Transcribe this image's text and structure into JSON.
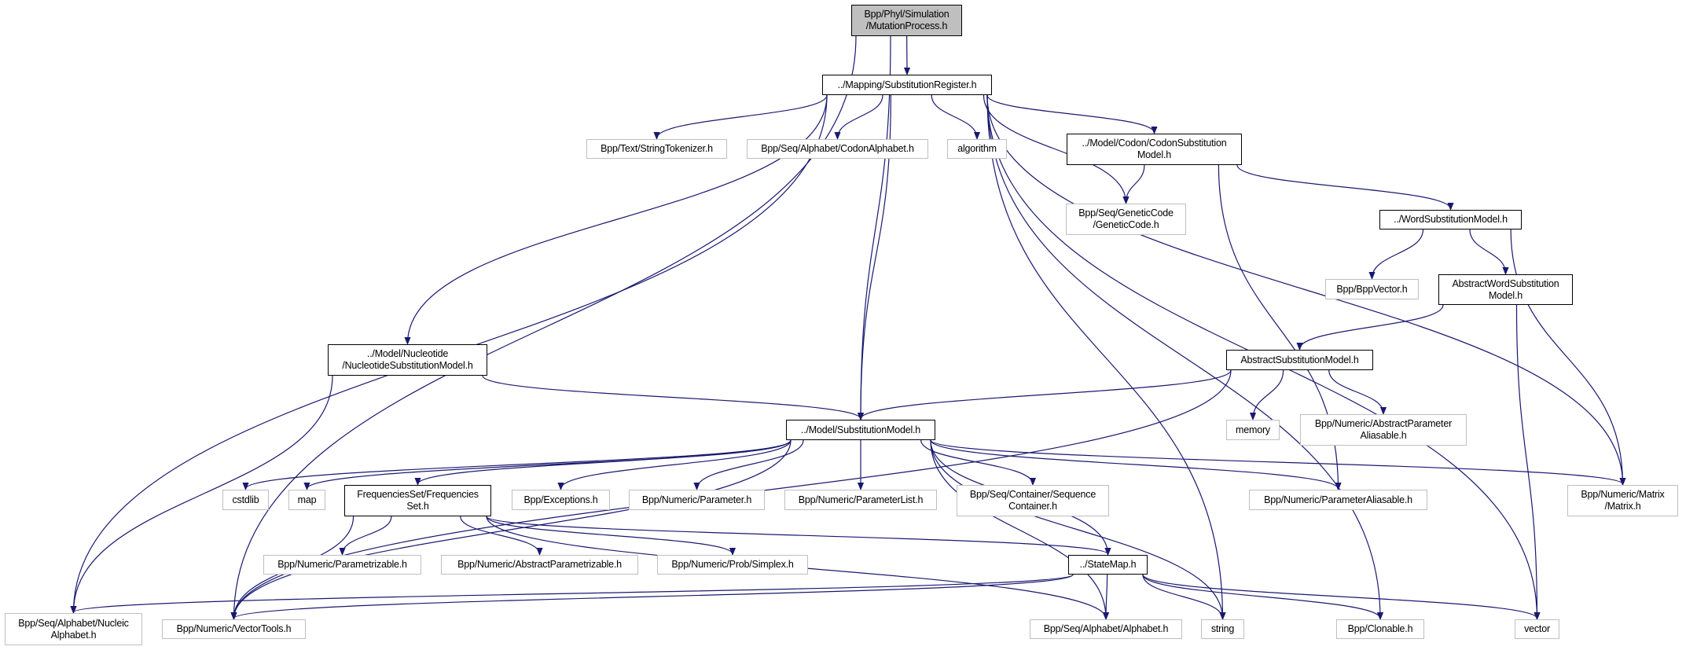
{
  "colors": {
    "edge": "#191970",
    "root_fill": "#bfbfbf",
    "external_border": "#bfbfbf",
    "internal_border": "#000000"
  },
  "nodes": [
    {
      "id": "mp",
      "kind": "root",
      "lines": [
        "Bpp/Phyl/Simulation",
        "/MutationProcess.h"
      ]
    },
    {
      "id": "sr",
      "kind": "internal",
      "lines": [
        "../Mapping/SubstitutionRegister.h"
      ]
    },
    {
      "id": "st",
      "kind": "external",
      "lines": [
        "Bpp/Text/StringTokenizer.h"
      ]
    },
    {
      "id": "ca",
      "kind": "external",
      "lines": [
        "Bpp/Seq/Alphabet/CodonAlphabet.h"
      ]
    },
    {
      "id": "alg",
      "kind": "external",
      "lines": [
        "algorithm"
      ]
    },
    {
      "id": "csm",
      "kind": "internal",
      "lines": [
        "../Model/Codon/CodonSubstitution",
        "Model.h"
      ]
    },
    {
      "id": "gc",
      "kind": "external",
      "lines": [
        "Bpp/Seq/GeneticCode",
        "/GeneticCode.h"
      ]
    },
    {
      "id": "wsm",
      "kind": "internal",
      "lines": [
        "../WordSubstitutionModel.h"
      ]
    },
    {
      "id": "bv",
      "kind": "external",
      "lines": [
        "Bpp/BppVector.h"
      ]
    },
    {
      "id": "awsm",
      "kind": "internal",
      "lines": [
        "AbstractWordSubstitution",
        "Model.h"
      ]
    },
    {
      "id": "nsm",
      "kind": "internal",
      "lines": [
        "../Model/Nucleotide",
        "/NucleotideSubstitutionModel.h"
      ]
    },
    {
      "id": "asm",
      "kind": "internal",
      "lines": [
        "AbstractSubstitutionModel.h"
      ]
    },
    {
      "id": "sm",
      "kind": "internal",
      "lines": [
        "../Model/SubstitutionModel.h"
      ]
    },
    {
      "id": "mem",
      "kind": "external",
      "lines": [
        "memory"
      ]
    },
    {
      "id": "apa",
      "kind": "external",
      "lines": [
        "Bpp/Numeric/AbstractParameter",
        "Aliasable.h"
      ]
    },
    {
      "id": "cstd",
      "kind": "external",
      "lines": [
        "cstdlib"
      ]
    },
    {
      "id": "map",
      "kind": "external",
      "lines": [
        "map"
      ]
    },
    {
      "id": "fs",
      "kind": "internal",
      "lines": [
        "FrequenciesSet/Frequencies",
        "Set.h"
      ]
    },
    {
      "id": "exc",
      "kind": "external",
      "lines": [
        "Bpp/Exceptions.h"
      ]
    },
    {
      "id": "par",
      "kind": "external",
      "lines": [
        "Bpp/Numeric/Parameter.h"
      ]
    },
    {
      "id": "pl",
      "kind": "external",
      "lines": [
        "Bpp/Numeric/ParameterList.h"
      ]
    },
    {
      "id": "sc",
      "kind": "external",
      "lines": [
        "Bpp/Seq/Container/Sequence",
        "Container.h"
      ]
    },
    {
      "id": "pa",
      "kind": "external",
      "lines": [
        "Bpp/Numeric/ParameterAliasable.h"
      ]
    },
    {
      "id": "mat",
      "kind": "external",
      "lines": [
        "Bpp/Numeric/Matrix",
        "/Matrix.h"
      ]
    },
    {
      "id": "pz",
      "kind": "external",
      "lines": [
        "Bpp/Numeric/Parametrizable.h"
      ]
    },
    {
      "id": "apz",
      "kind": "external",
      "lines": [
        "Bpp/Numeric/AbstractParametrizable.h"
      ]
    },
    {
      "id": "sx",
      "kind": "external",
      "lines": [
        "Bpp/Numeric/Prob/Simplex.h"
      ]
    },
    {
      "id": "stm",
      "kind": "internal",
      "lines": [
        "../StateMap.h"
      ]
    },
    {
      "id": "na",
      "kind": "external",
      "lines": [
        "Bpp/Seq/Alphabet/Nucleic",
        "Alphabet.h"
      ]
    },
    {
      "id": "vt",
      "kind": "external",
      "lines": [
        "Bpp/Numeric/VectorTools.h"
      ]
    },
    {
      "id": "alp",
      "kind": "external",
      "lines": [
        "Bpp/Seq/Alphabet/Alphabet.h"
      ]
    },
    {
      "id": "str",
      "kind": "external",
      "lines": [
        "string"
      ]
    },
    {
      "id": "cl",
      "kind": "external",
      "lines": [
        "Bpp/Clonable.h"
      ]
    },
    {
      "id": "vec",
      "kind": "external",
      "lines": [
        "vector"
      ]
    }
  ],
  "edges": [
    [
      "mp",
      "sr"
    ],
    [
      "mp",
      "vt"
    ],
    [
      "mp",
      "sm"
    ],
    [
      "sr",
      "st"
    ],
    [
      "sr",
      "ca"
    ],
    [
      "sr",
      "alg"
    ],
    [
      "sr",
      "csm"
    ],
    [
      "sr",
      "gc"
    ],
    [
      "sr",
      "nsm"
    ],
    [
      "sr",
      "sm"
    ],
    [
      "sr",
      "na"
    ],
    [
      "sr",
      "str"
    ],
    [
      "sr",
      "cl"
    ],
    [
      "sr",
      "mat"
    ],
    [
      "sr",
      "vec"
    ],
    [
      "csm",
      "gc"
    ],
    [
      "csm",
      "wsm"
    ],
    [
      "csm",
      "pa"
    ],
    [
      "wsm",
      "bv"
    ],
    [
      "wsm",
      "awsm"
    ],
    [
      "wsm",
      "mat"
    ],
    [
      "awsm",
      "asm"
    ],
    [
      "awsm",
      "vec"
    ],
    [
      "asm",
      "sm"
    ],
    [
      "asm",
      "vt"
    ],
    [
      "asm",
      "mem"
    ],
    [
      "asm",
      "apa"
    ],
    [
      "nsm",
      "sm"
    ],
    [
      "nsm",
      "na"
    ],
    [
      "sm",
      "cstd"
    ],
    [
      "sm",
      "map"
    ],
    [
      "sm",
      "vt"
    ],
    [
      "sm",
      "fs"
    ],
    [
      "sm",
      "exc"
    ],
    [
      "sm",
      "par"
    ],
    [
      "sm",
      "pl"
    ],
    [
      "sm",
      "sc"
    ],
    [
      "sm",
      "pa"
    ],
    [
      "sm",
      "mat"
    ],
    [
      "sm",
      "stm"
    ],
    [
      "sm",
      "alp"
    ],
    [
      "sm",
      "str"
    ],
    [
      "fs",
      "vt"
    ],
    [
      "fs",
      "pz"
    ],
    [
      "fs",
      "apz"
    ],
    [
      "fs",
      "sx"
    ],
    [
      "fs",
      "stm"
    ],
    [
      "fs",
      "alp"
    ],
    [
      "stm",
      "na"
    ],
    [
      "stm",
      "vt"
    ],
    [
      "stm",
      "alp"
    ],
    [
      "stm",
      "str"
    ],
    [
      "stm",
      "cl"
    ],
    [
      "stm",
      "vec"
    ]
  ]
}
